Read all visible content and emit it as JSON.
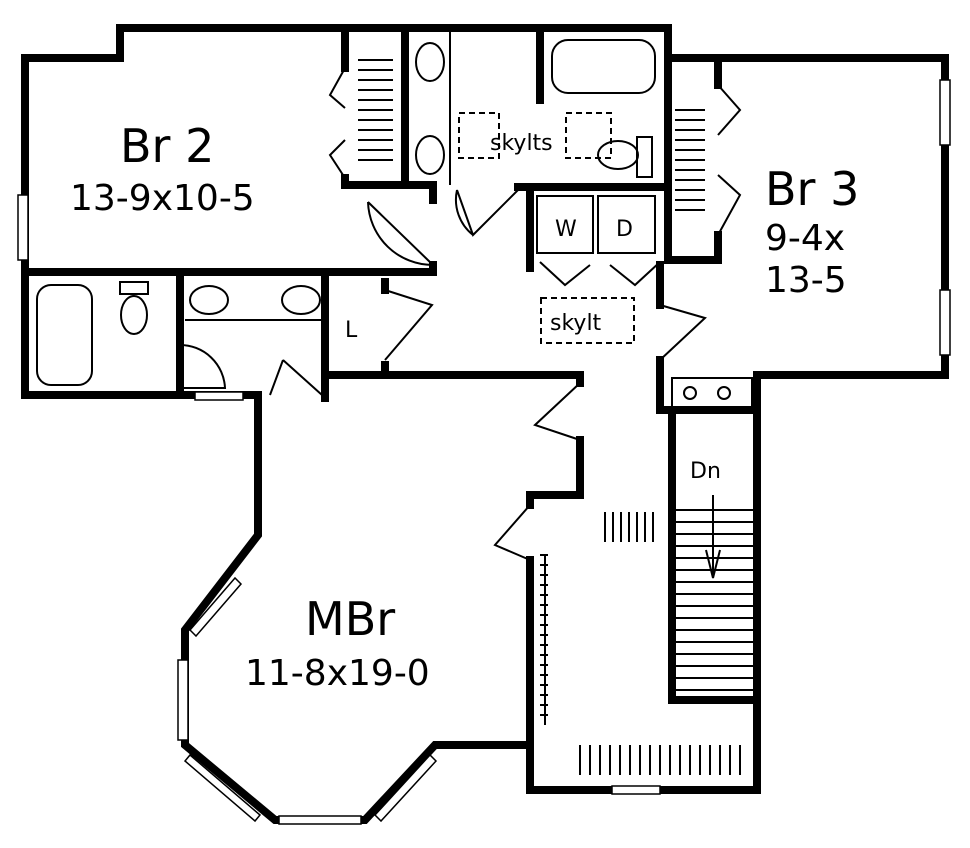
{
  "rooms": {
    "br2": {
      "name": "Br 2",
      "size": "13-9x10-5"
    },
    "br3": {
      "name": "Br 3",
      "size_line1": "9-4x",
      "size_line2": "13-5"
    },
    "mbr": {
      "name": "MBr",
      "size": "11-8x19-0"
    },
    "washer": "W",
    "dryer": "D",
    "linen": "L",
    "stairs": "Dn",
    "skylights_bath": "skylts",
    "skylight_hall": "skylt"
  }
}
